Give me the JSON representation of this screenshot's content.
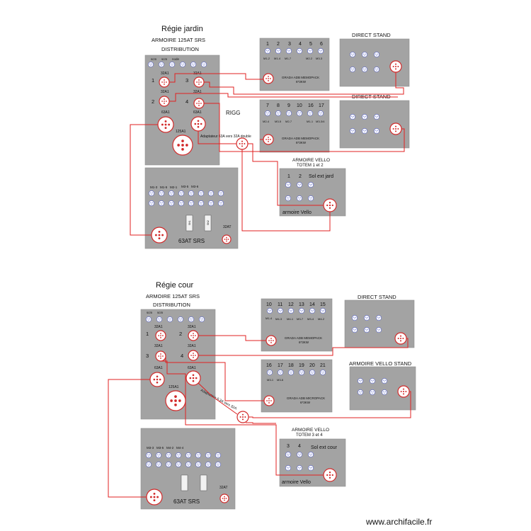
{
  "sections": {
    "jardin": {
      "title": "Régie jardin",
      "armoire_title_1": "ARMOIRE 125AT SRS",
      "armoire_title_2": "DISTRIBUTION",
      "small_labels": [
        "scm",
        "scm",
        "node"
      ],
      "breaker_labels": [
        "32A1",
        "32A1",
        "32A1",
        "32A1",
        "63A1",
        "63A1",
        "125A1"
      ],
      "numbers": [
        "1",
        "2",
        "3",
        "4"
      ],
      "rigg": "RIGG",
      "adaptateur": "Adaptateur 63A vers 32A double",
      "srs_title": "63AT SRS",
      "srs_labels": [
        "M1-3",
        "M1-5",
        "M2-1",
        "M3-5",
        "M3-6"
      ],
      "srs_breaker": "32AT",
      "switch_labels": [
        "SN1",
        "SN2"
      ],
      "grada1_nums": [
        "1",
        "2",
        "3",
        "4",
        "5",
        "6"
      ],
      "grada1_sub": [
        "M1-2",
        "M1-4",
        "M1-7",
        "M2-2",
        "M3-3"
      ],
      "grada1_name": "GRADA ADB MEMOPACK",
      "grada1_power": "6*3KW",
      "grada2_nums": [
        "7",
        "8",
        "9",
        "10",
        "16",
        "17"
      ],
      "grada2_sub": [
        "M2-4",
        "M3-5",
        "M2-7",
        "M1-1",
        "M3-3/4"
      ],
      "grada2_name": "GRADA ADB MEMOPACK",
      "grada2_power": "6*3KW",
      "direct1": "DIRECT STAND",
      "direct2": "DIRECT STAND",
      "vello_title_1": "ARMOIRE VELLO",
      "vello_title_2": "TOTEM 1 et 2",
      "vello_nums": [
        "1",
        "2",
        "Sol ext jard"
      ],
      "vello_name": "armoire Vello"
    },
    "cour": {
      "title": "Régie cour",
      "armoire_title_1": "ARMOIRE 125AT SRS",
      "armoire_title_2": "DISTRIBUTION",
      "small_labels": [
        "scm",
        "scm"
      ],
      "breaker_labels": [
        "32A1",
        "32A1",
        "32A1",
        "32A1",
        "63A1",
        "63A1",
        "125A1"
      ],
      "numbers": [
        "1",
        "2",
        "3",
        "4"
      ],
      "adaptateur": "Adaptateur 6.3A vers 32A",
      "srs_title": "63AT SRS",
      "srs_labels": [
        "M3-3",
        "M3-5",
        "M4-2",
        "M4-4"
      ],
      "srs_breaker": "32AT",
      "grada1_nums": [
        "10",
        "11",
        "12",
        "13",
        "14",
        "15"
      ],
      "grada1_sub": [
        "M1-4",
        "M4-3",
        "M4-1",
        "M3-7",
        "M3-4",
        "M4-2"
      ],
      "grada1_name": "GRADA ADB MEMOPACK",
      "grada1_power": "6*3KW",
      "grada2_nums": [
        "16",
        "17",
        "18",
        "19",
        "20",
        "21"
      ],
      "grada2_sub": [
        "M3-1",
        "M3-6"
      ],
      "grada2_name": "GRADA ADB MICROPACK",
      "grada2_power": "6*3KW",
      "direct1": "DIRECT STAND",
      "vello_stand": "ARMOIRE VELLO STAND",
      "vello_title_1": "ARMOIRE VELLO",
      "vello_title_2": "TOTEM 3 et 4",
      "vello_nums": [
        "3",
        "4",
        "Sol ext cour"
      ],
      "vello_name": "armoire Vello"
    }
  },
  "watermark": "www.archifacile.fr",
  "colors": {
    "box": "#a3a3a3",
    "wire": "#e02020",
    "socket_ring": "#5a66c8"
  }
}
